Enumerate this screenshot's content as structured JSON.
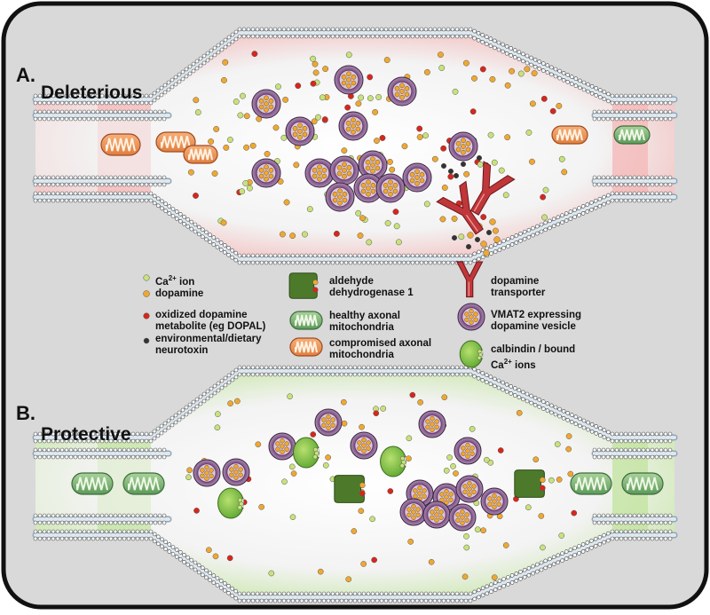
{
  "panel_a": {
    "letter": "A.",
    "title": "Deleterious"
  },
  "panel_b": {
    "letter": "B.",
    "title": "Protective"
  },
  "legend": {
    "ca_ion": {
      "label": "Ca",
      "sup": "2+",
      "rest": " ion"
    },
    "dopamine": "dopamine",
    "oxidized": [
      "oxidized dopamine",
      "metabolite (eg DOPAL)"
    ],
    "neurotoxin": [
      "environmental/dietary",
      "neurotoxin"
    ],
    "aldh": [
      "aldehyde",
      "dehydrogenase 1"
    ],
    "healthy_mito": [
      "healthy axonal",
      "mitochondria"
    ],
    "compromised_mito": [
      "compromised axonal",
      "mitochondria"
    ],
    "transporter": [
      "dopamine",
      "transporter"
    ],
    "vesicle": [
      "VMAT2 expressing",
      "dopamine vesicle"
    ],
    "calbindin": [
      "calbindin / bound",
      "Ca",
      "2+",
      " ions"
    ]
  },
  "colors": {
    "frame": "#d9d9d9",
    "ca": "#c8e27a",
    "dopamine": "#f0a830",
    "oxidized": "#d8261c",
    "neurotoxin": "#333333",
    "vesicle": "#7b4a82",
    "aldh": "#4d7a2a",
    "calbindin": "#8cc63f",
    "transporter": "#c0373a",
    "damaged_tint": "#f3b3b3",
    "healthy_tint": "#bfe39a"
  }
}
